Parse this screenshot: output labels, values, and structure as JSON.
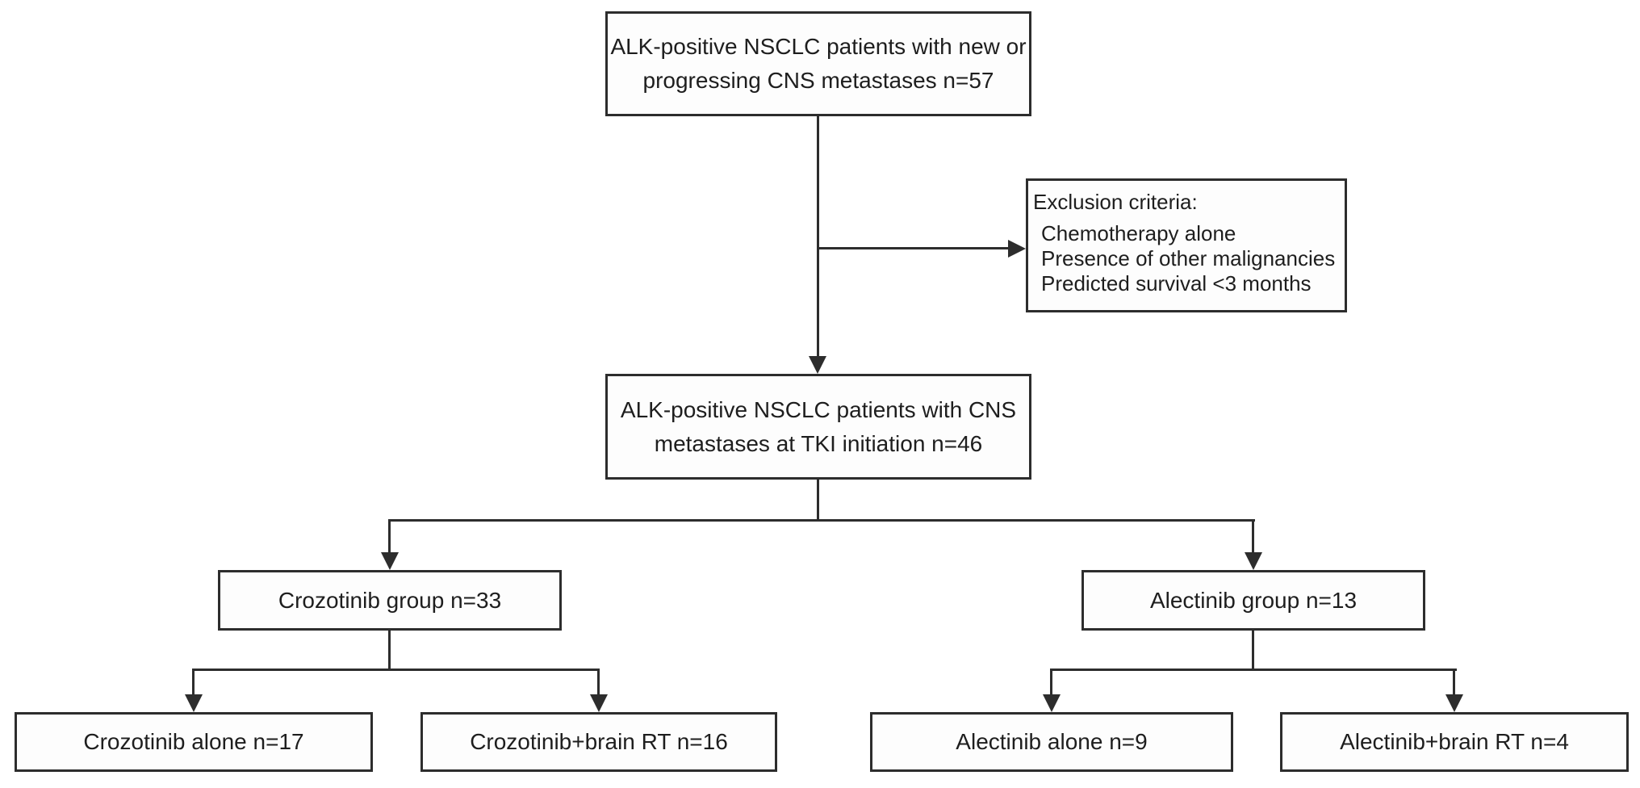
{
  "nodes": {
    "screened": {
      "lines": [
        "ALK-positive NSCLC patients with new or",
        "progressing CNS metastases n=57"
      ]
    },
    "exclusion": {
      "heading": "Exclusion criteria:",
      "items": [
        "Chemotherapy alone",
        "Presence of other malignancies",
        "Predicted survival <3 months"
      ]
    },
    "included": {
      "lines": [
        "ALK-positive NSCLC patients with CNS",
        "metastases at TKI initiation n=46"
      ]
    },
    "groups": {
      "crozotinib": {
        "label": "Crozotinib group n=33"
      },
      "alectinib": {
        "label": "Alectinib group n=13"
      }
    },
    "leaves": {
      "crozotinib_alone": {
        "label": "Crozotinib alone n=17"
      },
      "crozotinib_rt": {
        "label": "Crozotinib+brain RT n=16"
      },
      "alectinib_alone": {
        "label": "Alectinib alone n=9"
      },
      "alectinib_rt": {
        "label": "Alectinib+brain RT n=4"
      }
    }
  },
  "counts": {
    "screened": 57,
    "included": 46,
    "crozotinib_group": 33,
    "alectinib_group": 13,
    "crozotinib_alone": 17,
    "crozotinib_brain_rt": 16,
    "alectinib_alone": 9,
    "alectinib_brain_rt": 4
  },
  "colors": {
    "line": "#2d2d2d",
    "border": "#2d2d2d",
    "text": "#1e1e1e",
    "box_fill": "#fdfdfd",
    "background": "#ffffff"
  }
}
